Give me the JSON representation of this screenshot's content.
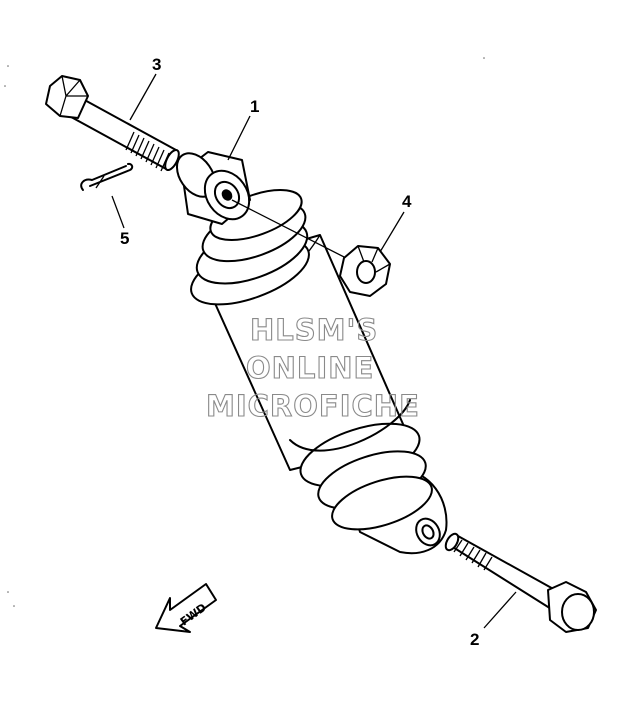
{
  "callouts": {
    "part_1": "1",
    "part_2": "2",
    "part_3": "3",
    "part_4": "4",
    "part_5": "5"
  },
  "watermark": {
    "line_1": "HLSM'S",
    "line_2": "ONLINE",
    "line_3": "MICROFICHE"
  },
  "direction_arrow": {
    "label": "FWD"
  }
}
